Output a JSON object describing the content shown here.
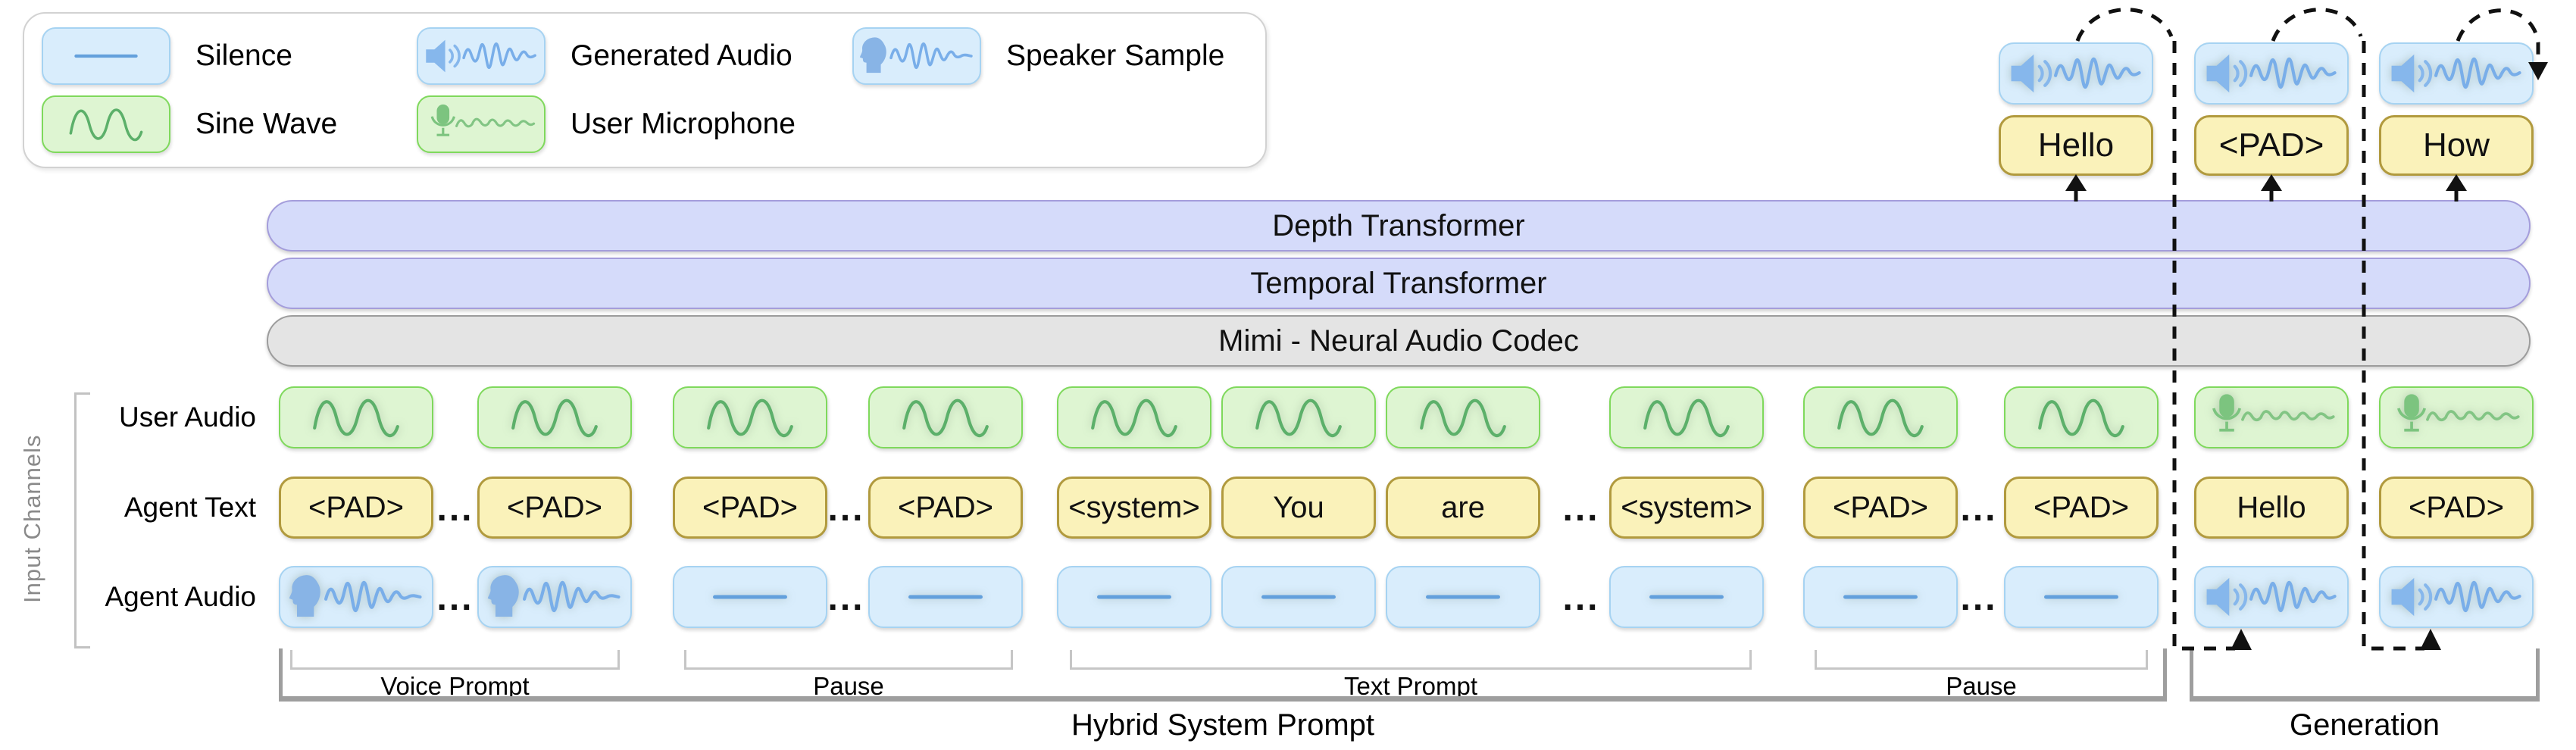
{
  "legend": {
    "items": [
      {
        "label": "Silence",
        "icon": "silence",
        "style": "blue"
      },
      {
        "label": "Generated Audio",
        "icon": "generated-audio",
        "style": "blue"
      },
      {
        "label": "Speaker Sample",
        "icon": "speaker-sample",
        "style": "blue"
      },
      {
        "label": "Sine Wave",
        "icon": "sine-wave",
        "style": "green"
      },
      {
        "label": "User Microphone",
        "icon": "user-microphone",
        "style": "green"
      }
    ]
  },
  "stack": {
    "bars": [
      {
        "label": "Depth Transformer"
      },
      {
        "label": "Temporal Transformer"
      },
      {
        "label": "Mimi - Neural Audio Codec"
      }
    ]
  },
  "input_channels": {
    "label": "Input Channels",
    "rows": [
      "User Audio",
      "Agent Text",
      "Agent Audio"
    ]
  },
  "ellipsis": "...",
  "columns": [
    {
      "user_audio": "sine-wave",
      "agent_text": "<PAD>",
      "agent_audio": "speaker-sample"
    },
    {
      "user_audio": "sine-wave",
      "agent_text": "<PAD>",
      "agent_audio": "speaker-sample"
    },
    {
      "user_audio": "sine-wave",
      "agent_text": "<PAD>",
      "agent_audio": "silence"
    },
    {
      "user_audio": "sine-wave",
      "agent_text": "<PAD>",
      "agent_audio": "silence"
    },
    {
      "user_audio": "sine-wave",
      "agent_text": "<system>",
      "agent_audio": "silence"
    },
    {
      "user_audio": "sine-wave",
      "agent_text": "You",
      "agent_audio": "silence"
    },
    {
      "user_audio": "sine-wave",
      "agent_text": "are",
      "agent_audio": "silence"
    },
    {
      "user_audio": "sine-wave",
      "agent_text": "<system>",
      "agent_audio": "silence"
    },
    {
      "user_audio": "sine-wave",
      "agent_text": "<PAD>",
      "agent_audio": "silence"
    },
    {
      "user_audio": "sine-wave",
      "agent_text": "<PAD>",
      "agent_audio": "silence"
    },
    {
      "user_audio": "user-microphone",
      "agent_text": "Hello",
      "agent_audio": "generated-audio"
    },
    {
      "user_audio": "user-microphone",
      "agent_text": "<PAD>",
      "agent_audio": "generated-audio"
    }
  ],
  "outputs": [
    {
      "token": "Hello",
      "audio_icon": "generated-audio"
    },
    {
      "token": "<PAD>",
      "audio_icon": "generated-audio"
    },
    {
      "token": "How",
      "audio_icon": "generated-audio"
    }
  ],
  "groups": [
    {
      "label": "Voice Prompt"
    },
    {
      "label": "Pause"
    },
    {
      "label": "Text Prompt"
    },
    {
      "label": "Pause"
    }
  ],
  "sections": [
    {
      "label": "Hybrid System Prompt"
    },
    {
      "label": "Generation"
    }
  ],
  "colors": {
    "user_audio_fill": "#def5d2",
    "user_audio_border": "#7fd95c",
    "agent_text_fill": "#faf2ba",
    "agent_text_border": "#b19a3e",
    "agent_audio_fill": "#d9edfc",
    "agent_audio_border": "#a6d3f2",
    "transformer_fill": "#d5dbfa",
    "transformer_border": "#a49ddb",
    "codec_fill": "#e4e4e4",
    "codec_border": "#9c9c9c",
    "waveform_blue": "#79aee9",
    "waveform_green": "#5cb06a",
    "connector": "#111111"
  }
}
